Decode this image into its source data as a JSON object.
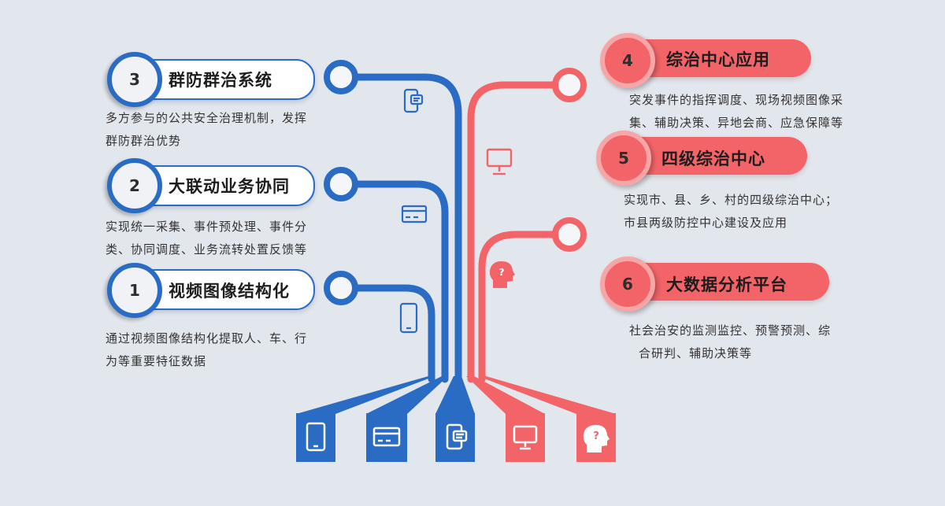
{
  "colors": {
    "blue": "#2a6cc4",
    "red": "#f26468",
    "background": "#e2e6ed"
  },
  "items": [
    {
      "number": "3",
      "title": "群防群治系统",
      "side": "left",
      "color": "blue",
      "desc": [
        "多方参与的公共安全治理机制，发挥",
        "群防群治优势"
      ],
      "icon": "chat-phone-icon"
    },
    {
      "number": "2",
      "title": "大联动业务协同",
      "side": "left",
      "color": "blue",
      "desc": [
        "实现统一采集、事件预处理、事件分",
        "类、协同调度、业务流转处置反馈等"
      ],
      "icon": "card-icon"
    },
    {
      "number": "1",
      "title": "视频图像结构化",
      "side": "left",
      "color": "blue",
      "desc": [
        "通过视频图像结构化提取人、车、行",
        "为等重要特征数据"
      ],
      "icon": "phone-icon"
    },
    {
      "number": "4",
      "title": "综治中心应用",
      "side": "right",
      "color": "red",
      "desc": [
        "突发事件的指挥调度、现场视频图像采",
        "集、辅助决策、异地会商、应急保障等"
      ],
      "icon": "monitor-icon"
    },
    {
      "number": "5",
      "title": "四级综治中心",
      "side": "right",
      "color": "red",
      "desc": [
        "实现市、县、乡、村的四级综治中心；",
        "市县两级防控中心建设及应用"
      ],
      "icon": ""
    },
    {
      "number": "6",
      "title": "大数据分析平台",
      "side": "right",
      "color": "red",
      "desc": [
        "社会治安的监测监控、预警预测、综",
        "合研判、辅助决策等"
      ],
      "icon": "head-question-icon"
    }
  ],
  "bottom_icons": [
    {
      "icon": "phone-icon",
      "color": "blue"
    },
    {
      "icon": "card-icon",
      "color": "blue"
    },
    {
      "icon": "chat-phone-icon",
      "color": "blue"
    },
    {
      "icon": "monitor-icon",
      "color": "red"
    },
    {
      "icon": "head-question-icon",
      "color": "red"
    }
  ]
}
